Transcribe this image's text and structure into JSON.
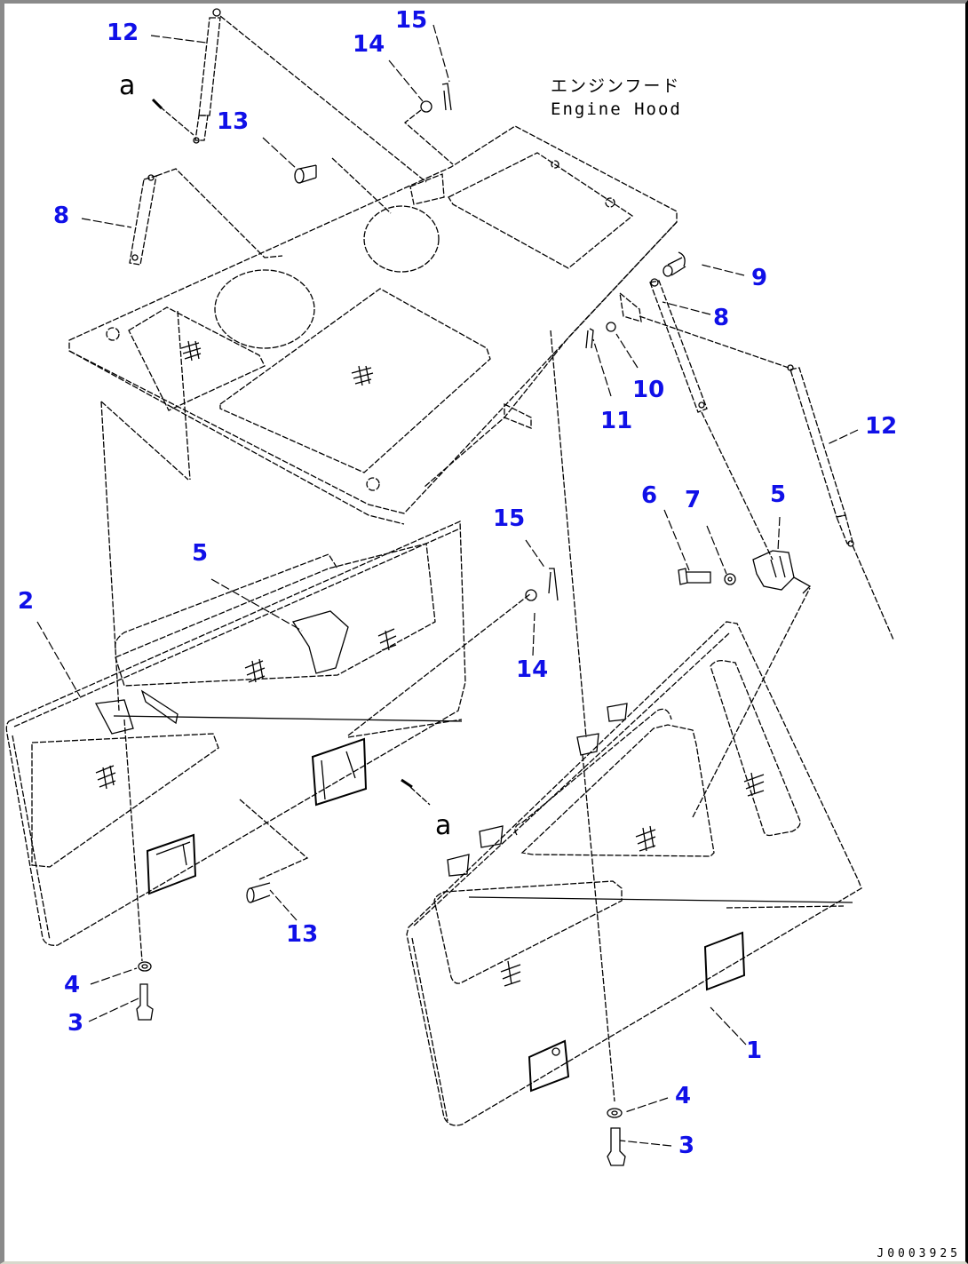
{
  "diagram": {
    "title_jp": "エンジンフード",
    "title_en": "Engine Hood",
    "drawing_code": "J0003925",
    "view_ref": "a",
    "callout_color": "#1010e8",
    "callouts": [
      {
        "id": "c12a",
        "label": "12",
        "part": "gas spring"
      },
      {
        "id": "c15a",
        "label": "15",
        "part": "clip pin"
      },
      {
        "id": "c14a",
        "label": "14",
        "part": "nut"
      },
      {
        "id": "c13a",
        "label": "13",
        "part": "pin"
      },
      {
        "id": "c8a",
        "label": "8",
        "part": "stay"
      },
      {
        "id": "c9",
        "label": "9",
        "part": "pin"
      },
      {
        "id": "c8b",
        "label": "8",
        "part": "stay"
      },
      {
        "id": "c10",
        "label": "10",
        "part": "washer"
      },
      {
        "id": "c11",
        "label": "11",
        "part": "cotter pin"
      },
      {
        "id": "c12b",
        "label": "12",
        "part": "gas spring"
      },
      {
        "id": "c6",
        "label": "6",
        "part": "bolt"
      },
      {
        "id": "c7",
        "label": "7",
        "part": "washer"
      },
      {
        "id": "c5b",
        "label": "5",
        "part": "latch"
      },
      {
        "id": "c15b",
        "label": "15",
        "part": "clip pin"
      },
      {
        "id": "c5a",
        "label": "5",
        "part": "latch"
      },
      {
        "id": "c2",
        "label": "2",
        "part": "side door (left)"
      },
      {
        "id": "c14b",
        "label": "14",
        "part": "nut"
      },
      {
        "id": "c13b",
        "label": "13",
        "part": "pin"
      },
      {
        "id": "c4a",
        "label": "4",
        "part": "washer"
      },
      {
        "id": "c3a",
        "label": "3",
        "part": "bolt"
      },
      {
        "id": "c1",
        "label": "1",
        "part": "side door (right)"
      },
      {
        "id": "c4b",
        "label": "4",
        "part": "washer"
      },
      {
        "id": "c3b",
        "label": "3",
        "part": "bolt"
      }
    ]
  }
}
